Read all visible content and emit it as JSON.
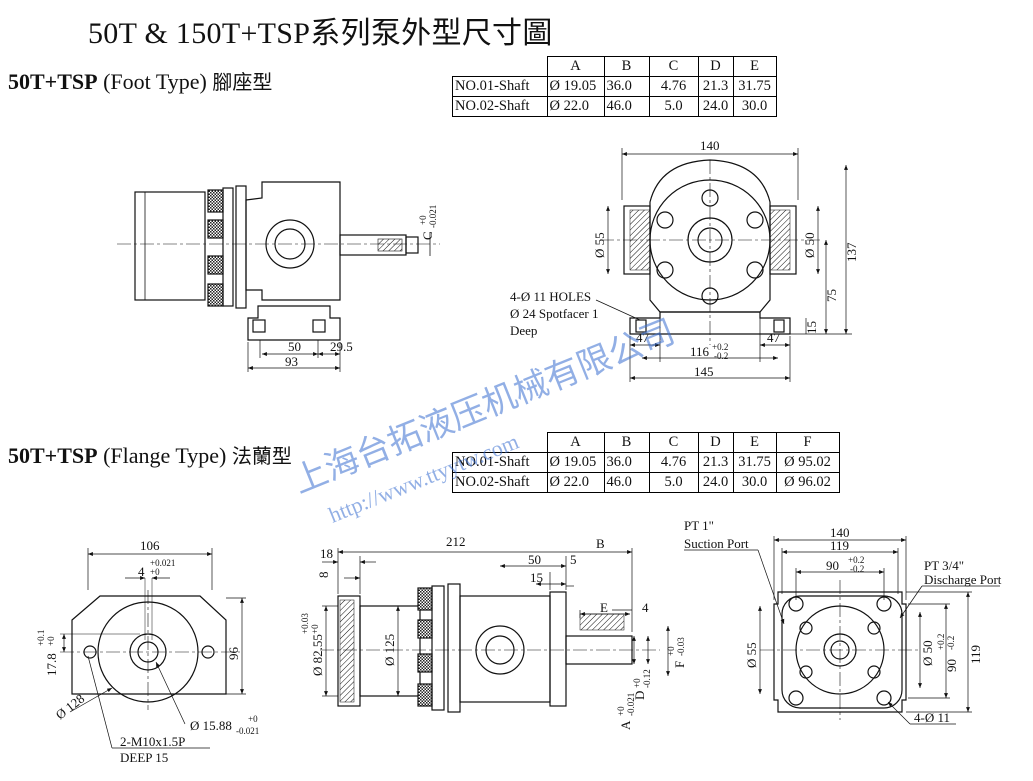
{
  "title": "50T & 150T+TSP系列泵外型尺寸圖",
  "foot_section": {
    "bold": "50T+TSP",
    "normal": " (Foot Type) ",
    "cjk": "腳座型"
  },
  "flange_section": {
    "bold": "50T+TSP",
    "normal": " (Flange Type) ",
    "cjk": "法蘭型"
  },
  "foot_table": {
    "headers": [
      "",
      "A",
      "B",
      "C",
      "D",
      "E"
    ],
    "rows": [
      [
        "NO.01-Shaft",
        "Ø 19.05",
        "36.0",
        "4.76",
        "21.3",
        "31.75"
      ],
      [
        "NO.02-Shaft",
        "Ø 22.0",
        "46.0",
        "5.0",
        "24.0",
        "30.0"
      ]
    ]
  },
  "flange_table": {
    "headers": [
      "",
      "A",
      "B",
      "C",
      "D",
      "E",
      "F"
    ],
    "rows": [
      [
        "NO.01-Shaft",
        "Ø 19.05",
        "36.0",
        "4.76",
        "21.3",
        "31.75",
        "Ø 95.02"
      ],
      [
        "NO.02-Shaft",
        "Ø 22.0",
        "46.0",
        "5.0",
        "24.0",
        "30.0",
        "Ø 96.02"
      ]
    ]
  },
  "watermark": {
    "company": "上海台拓液压机械有限公司",
    "url": "http://www.ttyytw.com"
  },
  "foot_side": {
    "d50": "50",
    "d29_5": "29.5",
    "d93": "93",
    "c_label": "C",
    "c_tol_plus": "+0",
    "c_tol_minus": "-0.021"
  },
  "foot_front": {
    "d140": "140",
    "d55": "Ø 55",
    "d50": "Ø 50",
    "d137": "137",
    "d75": "75",
    "d15": "15",
    "d47_left": "47",
    "d47_right": "47",
    "d116": "116",
    "d116_plus": "+0.2",
    "d116_minus": "-0.2",
    "d145": "145",
    "holes_line1": "4-Ø 11 HOLES",
    "holes_line2": "Ø 24 Spotfacer 1",
    "holes_line3": "Deep"
  },
  "flange_end": {
    "d106": "106",
    "d4": "4",
    "d4_plus": "+0.021",
    "d4_minus": "+0",
    "d17_8": "17.8",
    "d17_8_plus": "+0.1",
    "d17_8_minus": "+0",
    "d96": "96",
    "d128": "Ø 128",
    "d15_88": "Ø 15.88",
    "d15_88_plus": "+0",
    "d15_88_minus": "-0.021",
    "tap_line1": "2-M10x1.5P",
    "tap_line2": "DEEP 15"
  },
  "flange_side": {
    "d18": "18",
    "d8": "8",
    "d212": "212",
    "b_label": "B",
    "d50": "50",
    "d5": "5",
    "d15": "15",
    "e_label": "E",
    "d4": "4",
    "d82_55": "Ø 82.55",
    "d82_55_plus": "+0.03",
    "d82_55_minus": "+0",
    "d125": "Ø 125",
    "a_label": "A",
    "a_tol_plus": "+0",
    "a_tol_minus": "-0.021",
    "d_label": "D",
    "d_tol_plus": "+0",
    "d_tol_minus": "-0.12",
    "f_label": "F",
    "f_tol_plus": "+0",
    "f_tol_minus": "-0.03"
  },
  "flange_front": {
    "suction_pt": "PT 1\"",
    "suction_label": "Suction Port",
    "discharge_pt": "PT 3/4\"",
    "discharge_label": "Discharge Port",
    "d140": "140",
    "d119_top": "119",
    "d90_top": "90",
    "d90_top_plus": "+0.2",
    "d90_top_minus": "-0.2",
    "d55": "Ø 55",
    "d50": "Ø 50",
    "d90_right": "90",
    "d90_right_plus": "+0.2",
    "d90_right_minus": "-0.2",
    "d119_right": "119",
    "holes": "4-Ø 11"
  }
}
